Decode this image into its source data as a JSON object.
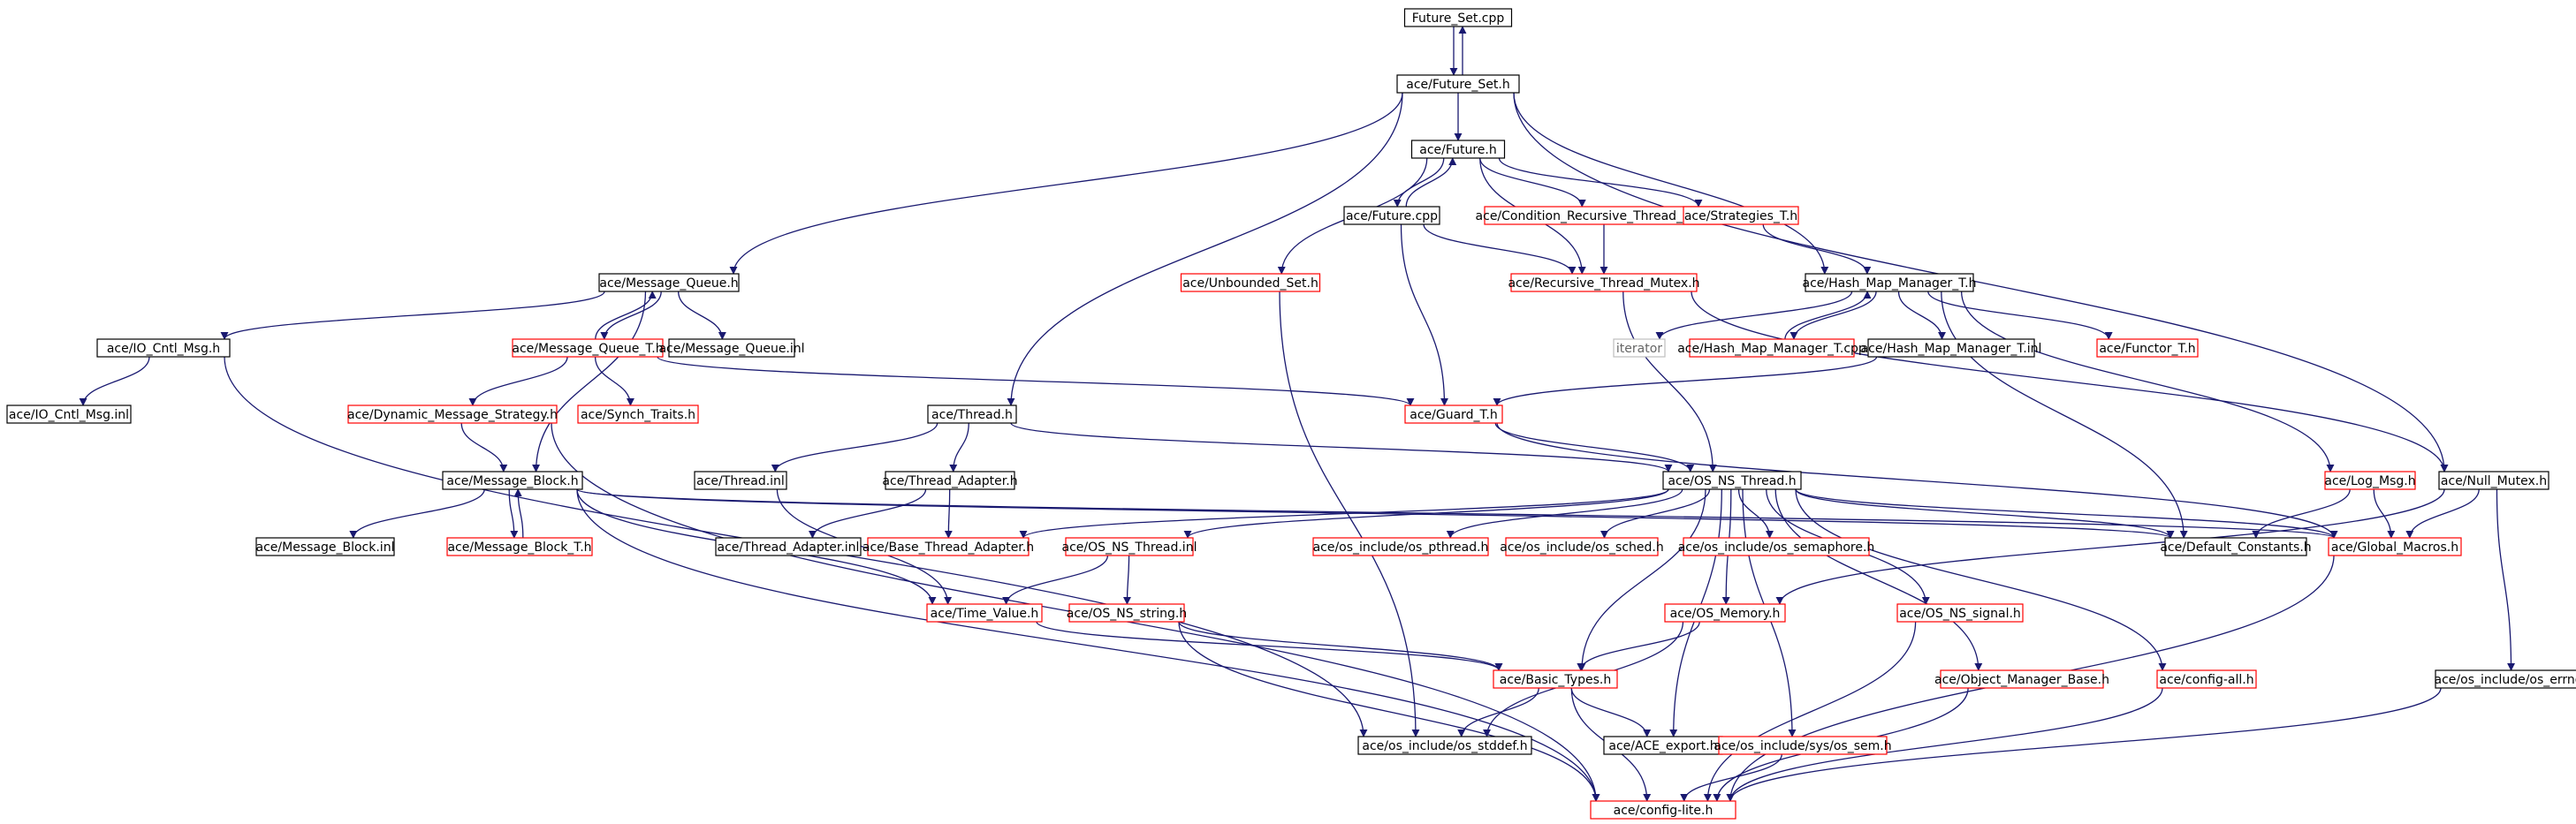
{
  "colors": {
    "edge": "#191970",
    "border_black": "#000000",
    "border_red": "#ff0000",
    "border_gray": "#bfbfbf",
    "root_fill": "#bfbfbf",
    "label_gray": "#666666"
  },
  "nodes": [
    {
      "id": "n0",
      "label": "Future_Set.cpp",
      "style": "root"
    },
    {
      "id": "n1",
      "label": "ace/Future_Set.h",
      "style": "black"
    },
    {
      "id": "n2",
      "label": "ace/Future.h",
      "style": "black"
    },
    {
      "id": "n3",
      "label": "ace/Future.cpp",
      "style": "black"
    },
    {
      "id": "n4",
      "label": "ace/Condition_Recursive_Thread_Mutex.h",
      "style": "red"
    },
    {
      "id": "n5",
      "label": "ace/Strategies_T.h",
      "style": "red"
    },
    {
      "id": "n6",
      "label": "ace/Unbounded_Set.h",
      "style": "red"
    },
    {
      "id": "n7",
      "label": "ace/Recursive_Thread_Mutex.h",
      "style": "red"
    },
    {
      "id": "n8",
      "label": "ace/Hash_Map_Manager_T.h",
      "style": "black"
    },
    {
      "id": "n9",
      "label": "ace/Message_Queue.h",
      "style": "black"
    },
    {
      "id": "n10",
      "label": "ace/IO_Cntl_Msg.h",
      "style": "black"
    },
    {
      "id": "n11",
      "label": "ace/Message_Queue_T.h",
      "style": "red"
    },
    {
      "id": "n12",
      "label": "ace/Message_Queue.inl",
      "style": "black"
    },
    {
      "id": "n13",
      "label": "iterator",
      "style": "gray"
    },
    {
      "id": "n14",
      "label": "ace/Hash_Map_Manager_T.cpp",
      "style": "red"
    },
    {
      "id": "n15",
      "label": "ace/Hash_Map_Manager_T.inl",
      "style": "black"
    },
    {
      "id": "n16",
      "label": "ace/Functor_T.h",
      "style": "red"
    },
    {
      "id": "n17",
      "label": "ace/IO_Cntl_Msg.inl",
      "style": "black"
    },
    {
      "id": "n18",
      "label": "ace/Dynamic_Message_Strategy.h",
      "style": "red"
    },
    {
      "id": "n19",
      "label": "ace/Synch_Traits.h",
      "style": "red"
    },
    {
      "id": "n20",
      "label": "ace/Thread.h",
      "style": "black"
    },
    {
      "id": "n21",
      "label": "ace/Guard_T.h",
      "style": "red"
    },
    {
      "id": "n22",
      "label": "ace/Message_Block.h",
      "style": "black"
    },
    {
      "id": "n23",
      "label": "ace/Thread.inl",
      "style": "black"
    },
    {
      "id": "n24",
      "label": "ace/Thread_Adapter.h",
      "style": "black"
    },
    {
      "id": "n25",
      "label": "ace/OS_NS_Thread.h",
      "style": "black"
    },
    {
      "id": "n26",
      "label": "ace/Log_Msg.h",
      "style": "red"
    },
    {
      "id": "n27",
      "label": "ace/Null_Mutex.h",
      "style": "black"
    },
    {
      "id": "n28",
      "label": "ace/Message_Block.inl",
      "style": "black"
    },
    {
      "id": "n29",
      "label": "ace/Message_Block_T.h",
      "style": "red"
    },
    {
      "id": "n30",
      "label": "ace/Thread_Adapter.inl",
      "style": "black"
    },
    {
      "id": "n31",
      "label": "ace/Base_Thread_Adapter.h",
      "style": "red"
    },
    {
      "id": "n32",
      "label": "ace/OS_NS_Thread.inl",
      "style": "red"
    },
    {
      "id": "n33",
      "label": "ace/os_include/os_pthread.h",
      "style": "red"
    },
    {
      "id": "n34",
      "label": "ace/os_include/os_sched.h",
      "style": "red"
    },
    {
      "id": "n35",
      "label": "ace/os_include/os_semaphore.h",
      "style": "red"
    },
    {
      "id": "n36",
      "label": "ace/Default_Constants.h",
      "style": "black"
    },
    {
      "id": "n37",
      "label": "ace/Global_Macros.h",
      "style": "red"
    },
    {
      "id": "n38",
      "label": "ace/Time_Value.h",
      "style": "red"
    },
    {
      "id": "n39",
      "label": "ace/OS_NS_string.h",
      "style": "red"
    },
    {
      "id": "n40",
      "label": "ace/OS_Memory.h",
      "style": "red"
    },
    {
      "id": "n41",
      "label": "ace/OS_NS_signal.h",
      "style": "red"
    },
    {
      "id": "n42",
      "label": "ace/Basic_Types.h",
      "style": "red"
    },
    {
      "id": "n43",
      "label": "ace/Object_Manager_Base.h",
      "style": "red"
    },
    {
      "id": "n44",
      "label": "ace/config-all.h",
      "style": "red"
    },
    {
      "id": "n45",
      "label": "ace/os_include/os_errno.h",
      "style": "black"
    },
    {
      "id": "n46",
      "label": "ace/os_include/os_stddef.h",
      "style": "black"
    },
    {
      "id": "n47",
      "label": "ace/ACE_export.h",
      "style": "black"
    },
    {
      "id": "n48",
      "label": "ace/os_include/sys/os_sem.h",
      "style": "red"
    },
    {
      "id": "n49",
      "label": "ace/config-lite.h",
      "style": "red"
    }
  ],
  "edges": [
    [
      "n0",
      "n1"
    ],
    [
      "n1",
      "n0"
    ],
    [
      "n1",
      "n2"
    ],
    [
      "n1",
      "n9"
    ],
    [
      "n1",
      "n20"
    ],
    [
      "n1",
      "n8"
    ],
    [
      "n1",
      "n27"
    ],
    [
      "n2",
      "n3"
    ],
    [
      "n3",
      "n2"
    ],
    [
      "n2",
      "n4"
    ],
    [
      "n2",
      "n5"
    ],
    [
      "n2",
      "n6"
    ],
    [
      "n2",
      "n7"
    ],
    [
      "n3",
      "n7"
    ],
    [
      "n3",
      "n21"
    ],
    [
      "n4",
      "n7"
    ],
    [
      "n5",
      "n8"
    ],
    [
      "n6",
      "n46"
    ],
    [
      "n7",
      "n25"
    ],
    [
      "n7",
      "n27"
    ],
    [
      "n8",
      "n13"
    ],
    [
      "n8",
      "n14"
    ],
    [
      "n14",
      "n8"
    ],
    [
      "n8",
      "n15"
    ],
    [
      "n8",
      "n16"
    ],
    [
      "n8",
      "n26"
    ],
    [
      "n8",
      "n36"
    ],
    [
      "n15",
      "n21"
    ],
    [
      "n9",
      "n10"
    ],
    [
      "n9",
      "n11"
    ],
    [
      "n11",
      "n9"
    ],
    [
      "n9",
      "n12"
    ],
    [
      "n9",
      "n22"
    ],
    [
      "n10",
      "n17"
    ],
    [
      "n10",
      "n46"
    ],
    [
      "n11",
      "n18"
    ],
    [
      "n11",
      "n19"
    ],
    [
      "n11",
      "n21"
    ],
    [
      "n18",
      "n22"
    ],
    [
      "n18",
      "n49"
    ],
    [
      "n20",
      "n23"
    ],
    [
      "n20",
      "n24"
    ],
    [
      "n20",
      "n25"
    ],
    [
      "n21",
      "n25"
    ],
    [
      "n21",
      "n37"
    ],
    [
      "n22",
      "n28"
    ],
    [
      "n22",
      "n29"
    ],
    [
      "n29",
      "n22"
    ],
    [
      "n22",
      "n38"
    ],
    [
      "n22",
      "n49"
    ],
    [
      "n22",
      "n36"
    ],
    [
      "n22",
      "n37"
    ],
    [
      "n23",
      "n38"
    ],
    [
      "n24",
      "n30"
    ],
    [
      "n24",
      "n31"
    ],
    [
      "n25",
      "n31"
    ],
    [
      "n25",
      "n32"
    ],
    [
      "n25",
      "n33"
    ],
    [
      "n25",
      "n34"
    ],
    [
      "n25",
      "n35"
    ],
    [
      "n25",
      "n36"
    ],
    [
      "n25",
      "n37"
    ],
    [
      "n25",
      "n40"
    ],
    [
      "n25",
      "n41"
    ],
    [
      "n25",
      "n42"
    ],
    [
      "n25",
      "n43"
    ],
    [
      "n25",
      "n44"
    ],
    [
      "n25",
      "n47"
    ],
    [
      "n25",
      "n48"
    ],
    [
      "n26",
      "n36"
    ],
    [
      "n26",
      "n37"
    ],
    [
      "n27",
      "n37"
    ],
    [
      "n27",
      "n40"
    ],
    [
      "n27",
      "n45"
    ],
    [
      "n32",
      "n38"
    ],
    [
      "n32",
      "n39"
    ],
    [
      "n38",
      "n42"
    ],
    [
      "n39",
      "n42"
    ],
    [
      "n39",
      "n49"
    ],
    [
      "n40",
      "n42"
    ],
    [
      "n40",
      "n46"
    ],
    [
      "n41",
      "n49"
    ],
    [
      "n42",
      "n46"
    ],
    [
      "n42",
      "n47"
    ],
    [
      "n42",
      "n49"
    ],
    [
      "n43",
      "n49"
    ],
    [
      "n44",
      "n49"
    ],
    [
      "n45",
      "n49"
    ],
    [
      "n48",
      "n49"
    ],
    [
      "n37",
      "n49"
    ]
  ]
}
